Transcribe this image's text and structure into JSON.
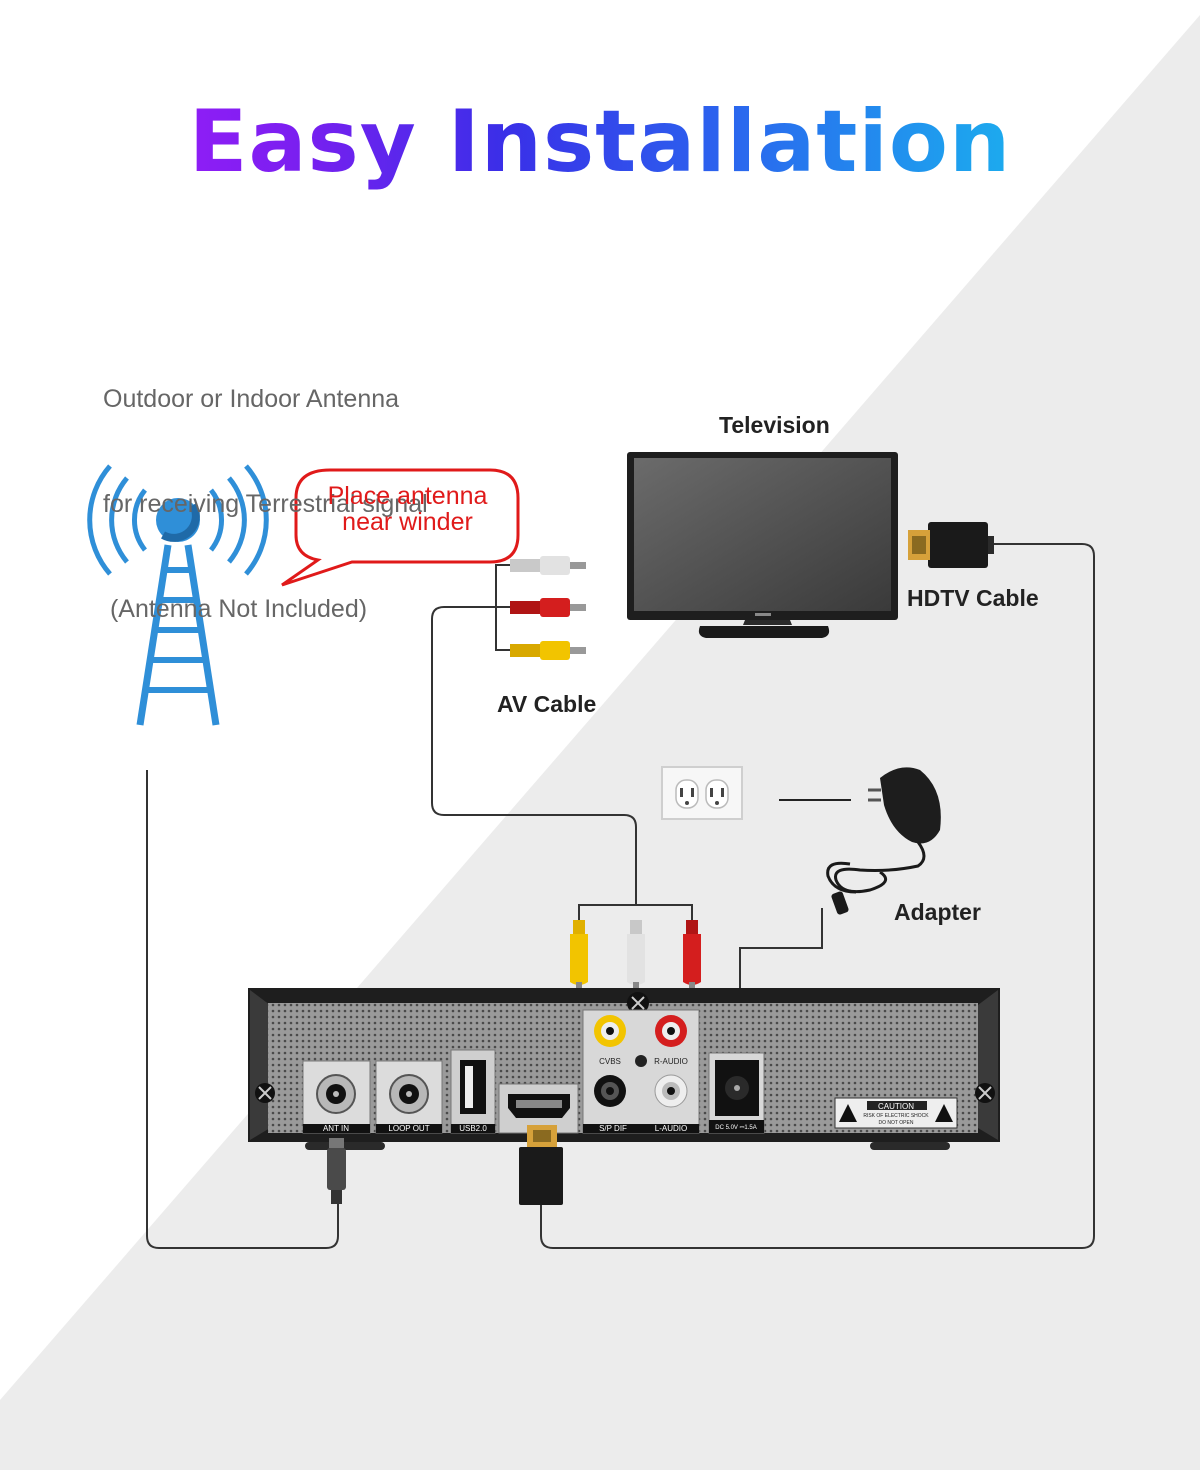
{
  "title": "Easy Installation",
  "antenna_note": {
    "line1": "Outdoor or Indoor Antenna",
    "line2": "for receiving Terrestrial signal",
    "line3": " (Antenna Not Included)"
  },
  "bubble": {
    "line1": "Place antenna",
    "line2": "near winder"
  },
  "labels": {
    "television": "Television",
    "hdtv_cable": "HDTV Cable",
    "av_cable": "AV Cable",
    "adapter": "Adapter"
  },
  "ports": {
    "ant_in": "ANT IN",
    "loop_out": "LOOP OUT",
    "usb": "USB2.0",
    "spdif": "S/P DIF",
    "l_audio": "L-AUDIO",
    "cvbs": "CVBS",
    "r_audio": "R-AUDIO",
    "dc": "DC 5.0V ⎓1.5A",
    "caution": "CAUTION",
    "caution_sub1": "RISK OF ELECTRIC SHOCK",
    "caution_sub2": "DO NOT OPEN"
  },
  "colors": {
    "title_gradient": [
      "#b11cff",
      "#2b63ee",
      "#19d2f0"
    ],
    "antenna_blue": "#2f8fd8",
    "bubble_red": "#e01a1a",
    "rca_yellow": "#f2c400",
    "rca_white": "#d8d8d8",
    "rca_red": "#d41e1e"
  }
}
